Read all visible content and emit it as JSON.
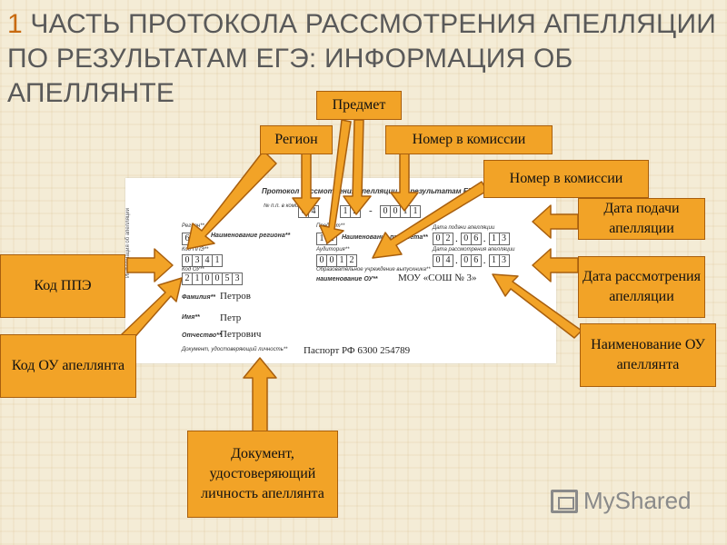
{
  "slide": {
    "title_number": "1",
    "title_text": " ЧАСТЬ ПРОТОКОЛА РАССМОТРЕНИЯ АПЕЛЛЯЦИИ ПО РЕЗУЛЬТАТАМ ЕГЭ: ИНФОРМАЦИЯ ОБ АПЕЛЛЯНТЕ"
  },
  "form": {
    "title": "Протокол рассмотрения апелляции по результатам ЕГЭ",
    "labels": {
      "region": "Регион**",
      "region_name": "Наименование региона**",
      "ppe_code": "Код ППЭ**",
      "ou_code": "Код ОУ**",
      "subject": "Предмет**",
      "subject_name": "Наименование предмета**",
      "auditorium": "Аудитория**",
      "ou_name_full": "Образовательное учреждение выпускника**",
      "ou_name": "наименование ОУ**",
      "surname": "Фамилия**",
      "name": "Имя**",
      "patronymic": "Отчество**",
      "document": "Документ, удостоверяющий личность**",
      "submit_date": "Дата подачи апелляции",
      "review_date": "Дата рассмотрения апелляции",
      "commission_number": "№ п.п. в комиссии",
      "side": "Информация об апелляции"
    },
    "top_region": [
      "6",
      "4"
    ],
    "top_subject": [
      "1",
      "2"
    ],
    "top_commission": [
      "0",
      "0",
      "1",
      "1"
    ],
    "top_dash": "-",
    "region_cells": [
      "6",
      "4"
    ],
    "ppe_cells": [
      "0",
      "3",
      "4",
      "1"
    ],
    "ou_cells": [
      "2",
      "1",
      "0",
      "0",
      "5",
      "3"
    ],
    "subject_cells": [
      "1",
      "2"
    ],
    "auditorium_cells": [
      "0",
      "0",
      "1",
      "2"
    ],
    "submit_date": {
      "dd": [
        "0",
        "2"
      ],
      "mm": [
        "0",
        "6"
      ],
      "yy": [
        "1",
        "3"
      ]
    },
    "review_date": {
      "dd": [
        "0",
        "4"
      ],
      "mm": [
        "0",
        "6"
      ],
      "yy": [
        "1",
        "3"
      ]
    },
    "date_sep": ".",
    "ou_name_value": "МОУ «СОШ № 3»",
    "surname_value": "Петров",
    "name_value": "Петр",
    "patronymic_value": "Петрович",
    "document_value": "Паспорт РФ 6300 254789"
  },
  "callouts": {
    "subject": "Предмет",
    "region": "Регион",
    "commission_top": "Номер в комиссии",
    "commission_mid": "Номер в комиссии",
    "submit_date": "Дата подачи апелляции",
    "review_date": "Дата рассмотрения апелляции",
    "ppe_code": "Код ППЭ",
    "ou_code": "Код ОУ апеллянта",
    "ou_name": "Наименование ОУ апеллянта",
    "document": "Документ, удостоверяющий личность апеллянта"
  },
  "colors": {
    "callout_fill": "#f2a327",
    "callout_border": "#a85f0e",
    "title": "#595959"
  },
  "logo": {
    "text": "MyShared",
    "icon": "myshared-logo-icon"
  }
}
